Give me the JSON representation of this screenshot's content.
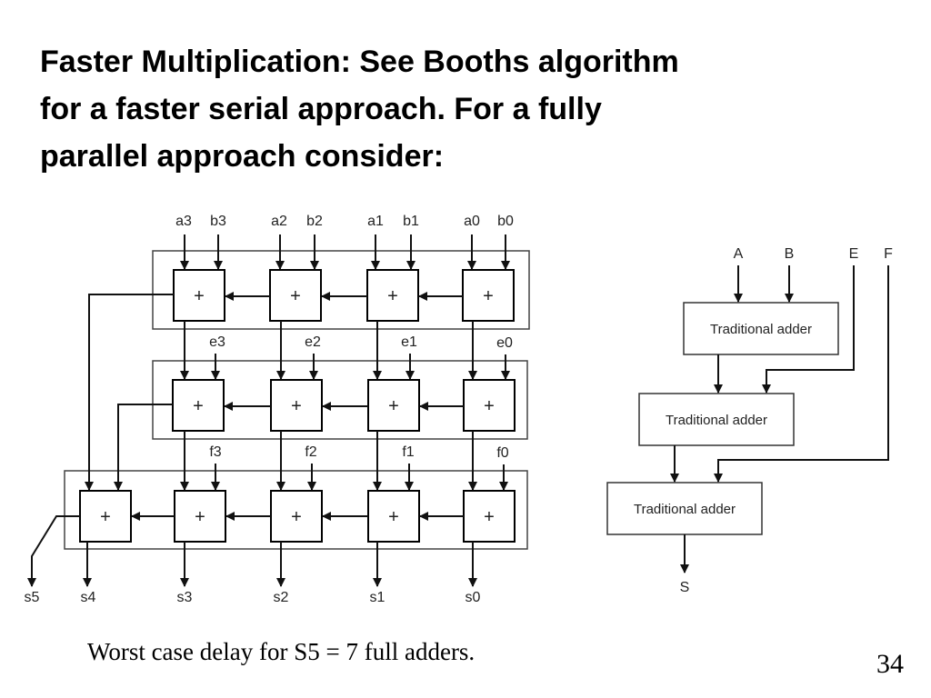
{
  "slide": {
    "title_lines": [
      "Faster Multiplication: See Booths algorithm",
      "for a faster serial approach. For a fully",
      "parallel approach consider:"
    ],
    "caption": "Worst case delay for S5 = 7 full adders.",
    "page_number": "34"
  },
  "array_adder": {
    "adder_symbol": "+",
    "row1_inputs": [
      [
        "a3",
        "b3"
      ],
      [
        "a2",
        "b2"
      ],
      [
        "a1",
        "b1"
      ],
      [
        "a0",
        "b0"
      ]
    ],
    "row2_inputs": [
      "e3",
      "e2",
      "e1",
      "e0"
    ],
    "row3_inputs": [
      "f3",
      "f2",
      "f1",
      "f0"
    ],
    "outputs": [
      "s5",
      "s4",
      "s3",
      "s2",
      "s1",
      "s0"
    ]
  },
  "tree_adder": {
    "inputs": [
      "A",
      "B",
      "E",
      "F"
    ],
    "block_label": "Traditional adder",
    "output": "S"
  }
}
